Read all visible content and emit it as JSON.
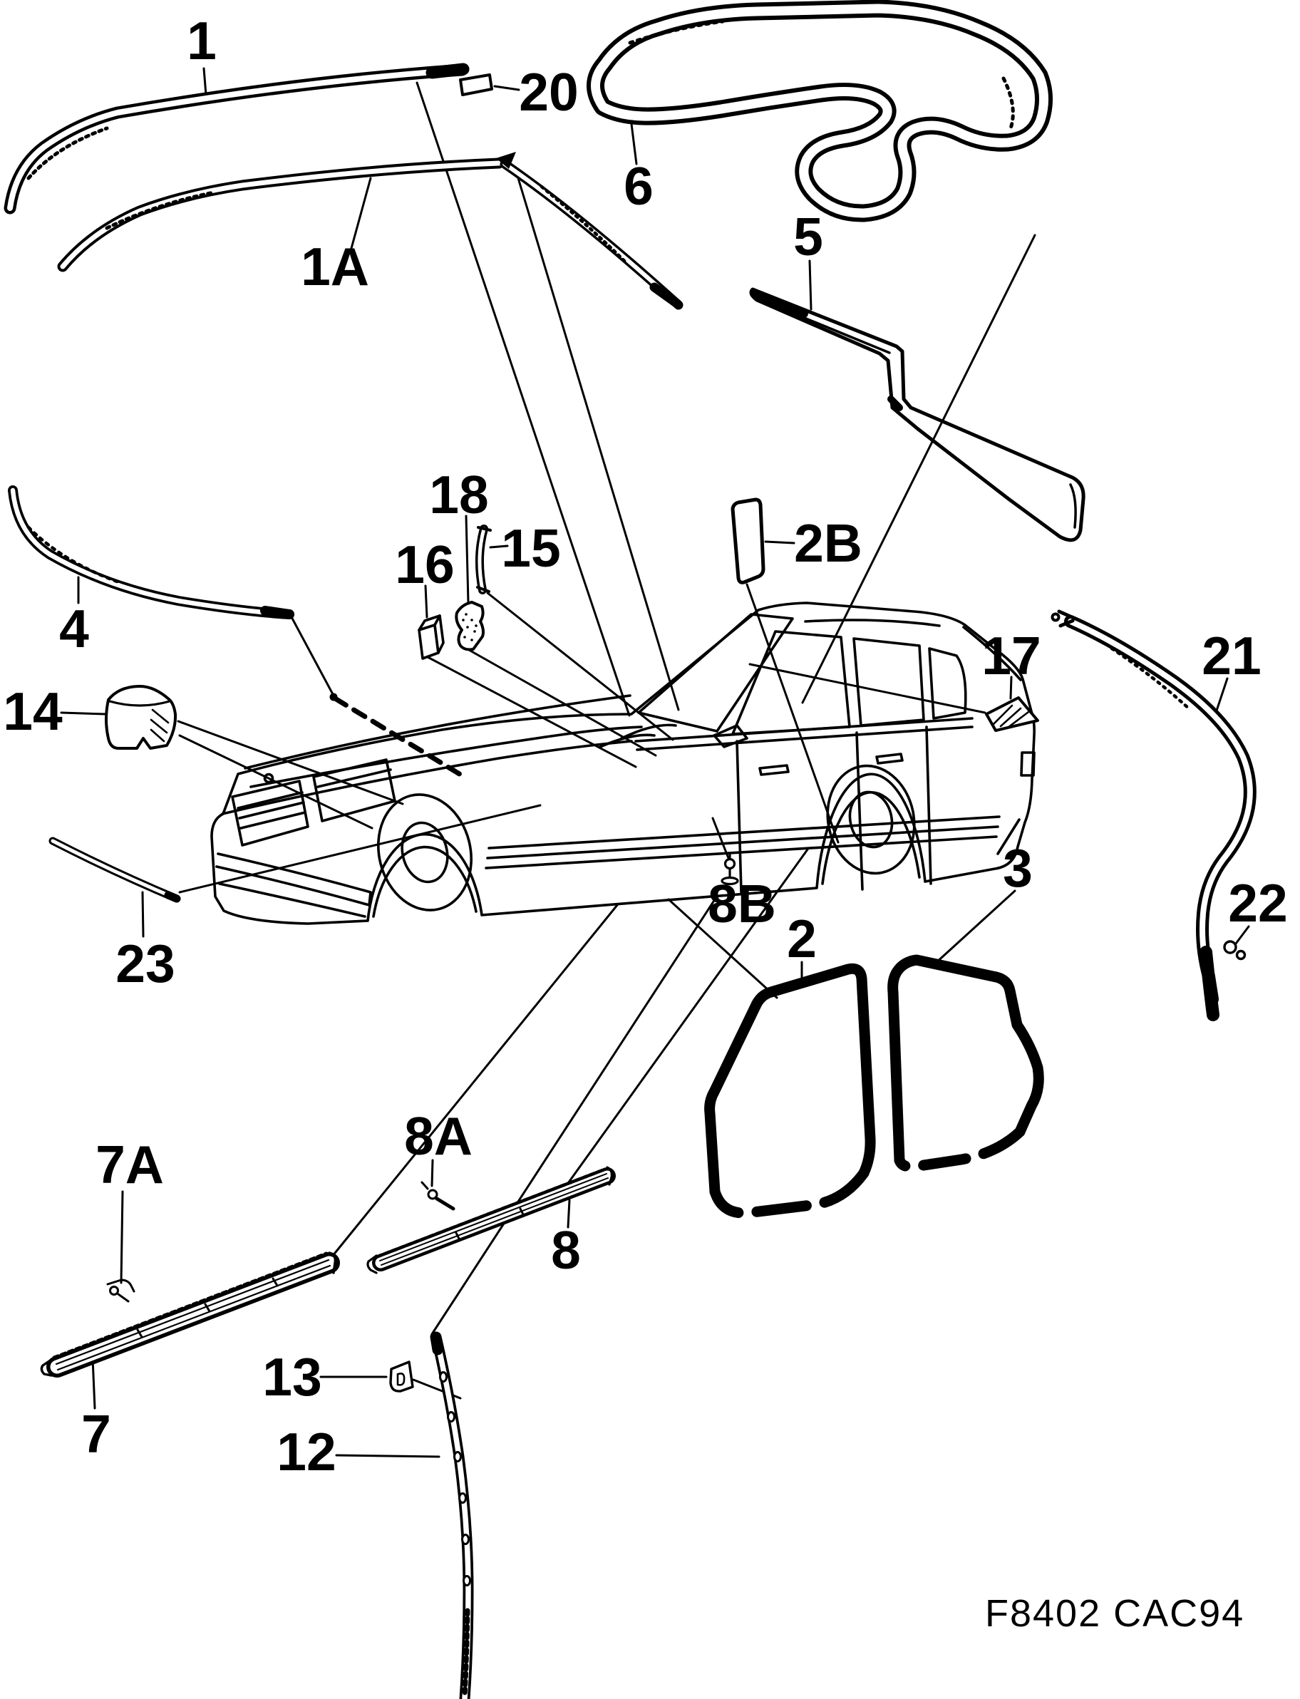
{
  "diagram": {
    "code": "F8402 CAC94",
    "ink": "#000000",
    "paper": "#ffffff",
    "labels": {
      "p1": "1",
      "p1a": "1A",
      "p20": "20",
      "p6": "6",
      "p5": "5",
      "p4": "4",
      "p18": "18",
      "p16": "16",
      "p15": "15",
      "p2b": "2B",
      "p14": "14",
      "p17": "17",
      "p21": "21",
      "p22": "22",
      "p8b": "8B",
      "p2": "2",
      "p3": "3",
      "p23": "23",
      "p7a": "7A",
      "p7": "7",
      "p8a": "8A",
      "p8": "8",
      "p13": "13",
      "p12": "12"
    }
  }
}
